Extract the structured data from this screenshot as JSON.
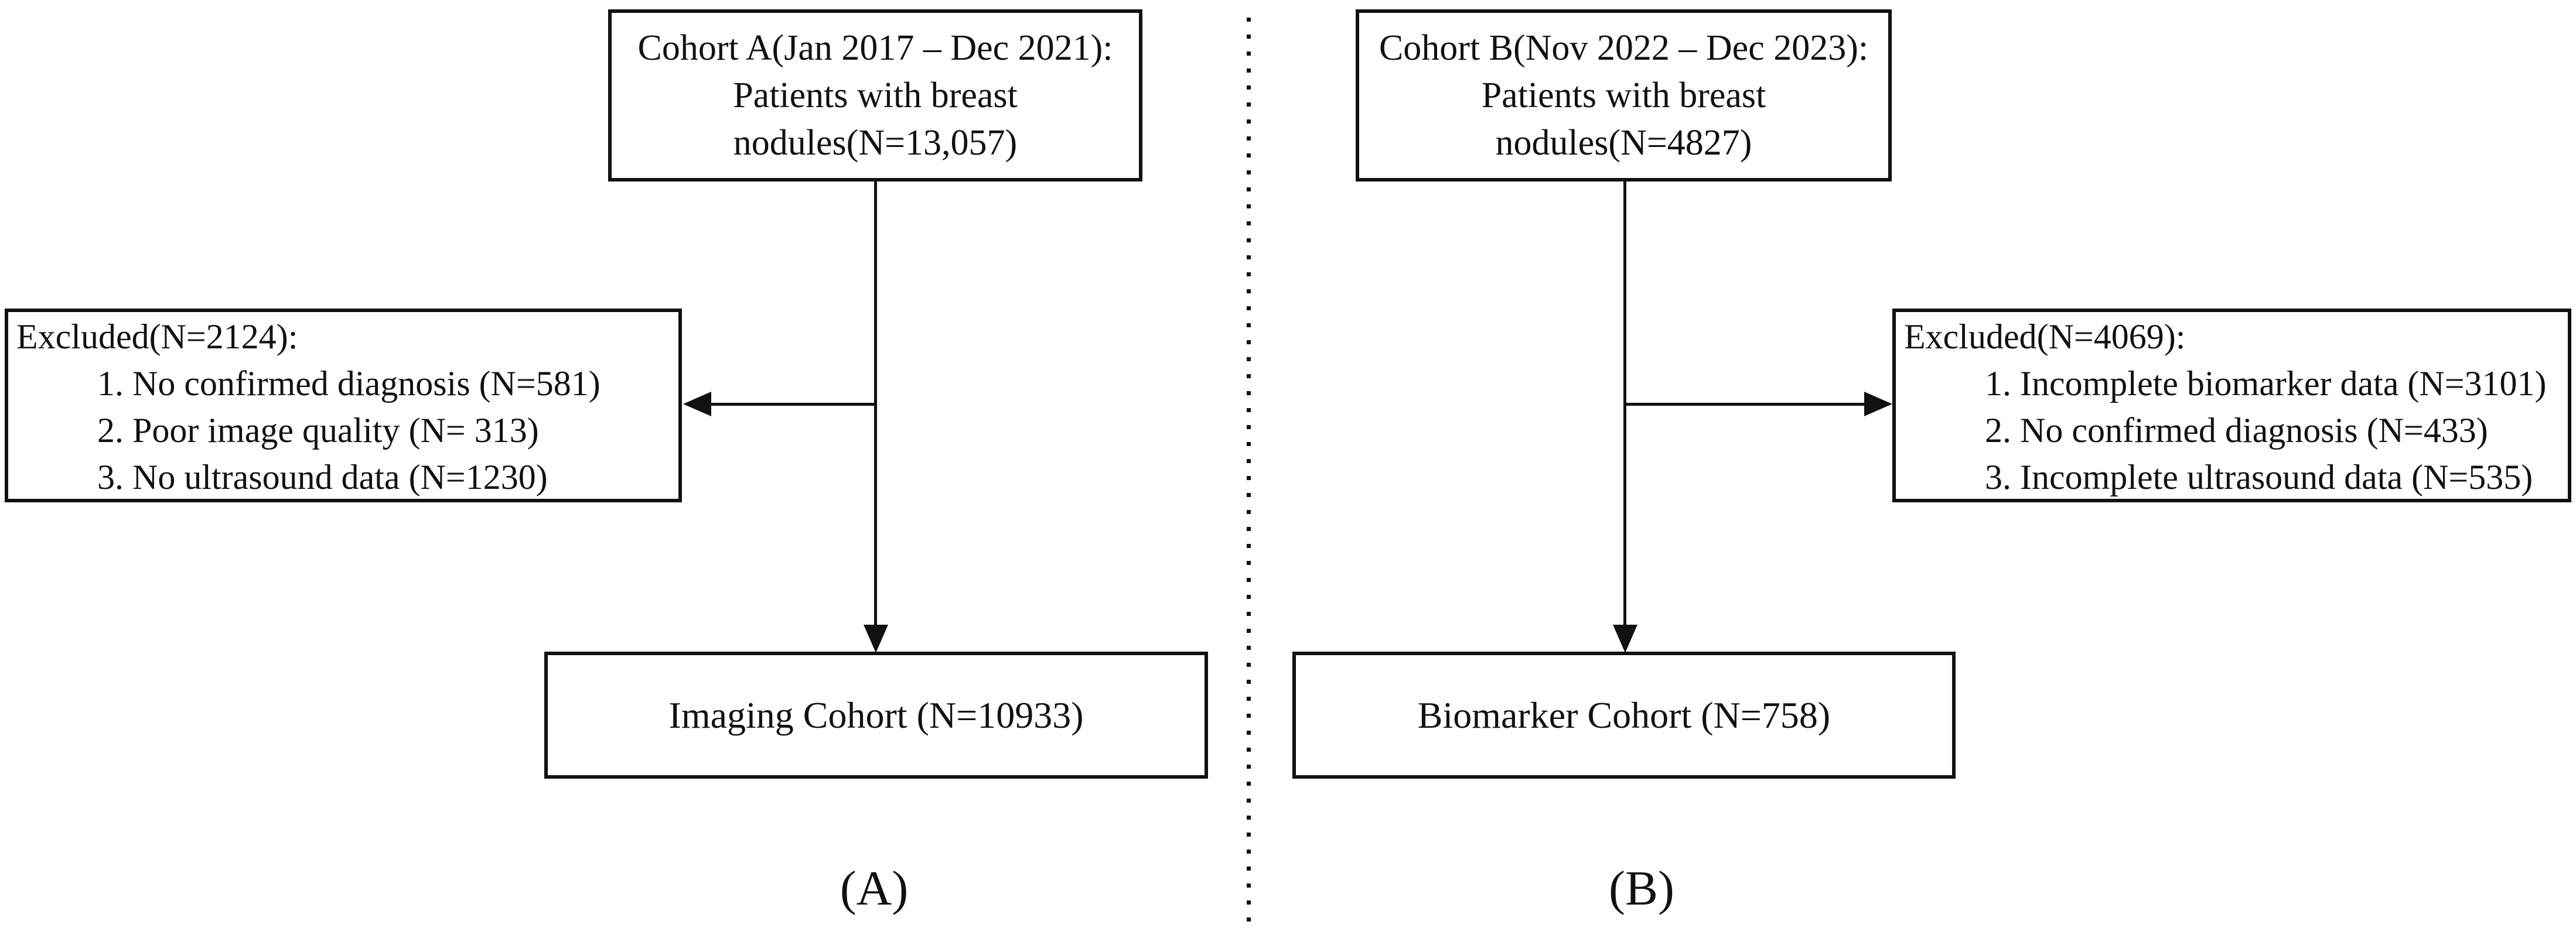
{
  "colors": {
    "background": "#ffffff",
    "ink": "#111111"
  },
  "divider": {
    "style": "dotted-vertical-line"
  },
  "panels": {
    "a": {
      "label": "(A)",
      "top_box": {
        "lines": [
          "Cohort A(Jan 2017 – Dec 2021):",
          "Patients with breast",
          "nodules(N=13,057)"
        ]
      },
      "excluded_box": {
        "title": "Excluded(N=2124):",
        "items": [
          "1. No confirmed diagnosis (N=581)",
          "2. Poor image quality (N= 313)",
          "3. No ultrasound data (N=1230)"
        ]
      },
      "result_box": {
        "text": "Imaging Cohort (N=10933)"
      }
    },
    "b": {
      "label": "(B)",
      "top_box": {
        "lines": [
          "Cohort B(Nov 2022 – Dec 2023):",
          "Patients with breast",
          "nodules(N=4827)"
        ]
      },
      "excluded_box": {
        "title": "Excluded(N=4069):",
        "items": [
          "1. Incomplete biomarker data (N=3101)",
          "2. No confirmed diagnosis (N=433)",
          "3. Incomplete ultrasound data (N=535)"
        ]
      },
      "result_box": {
        "text": "Biomarker Cohort (N=758)"
      }
    }
  }
}
